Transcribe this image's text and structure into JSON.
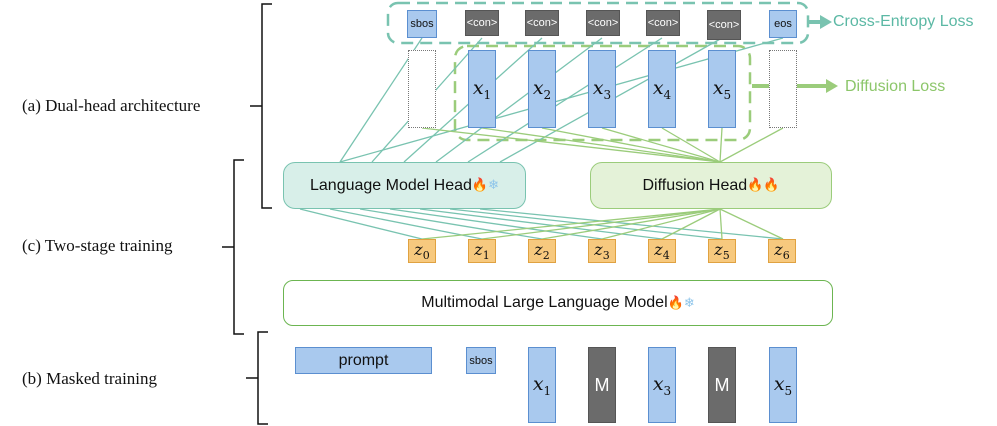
{
  "labels": {
    "dual_head": "(a) Dual-head architecture",
    "two_stage": "(c) Two-stage training",
    "masked": "(b) Masked training"
  },
  "top_tokens": {
    "sbos": "sbos",
    "con": "<con>",
    "eos": "eos"
  },
  "latent_tokens": [
    "x",
    "1",
    "x",
    "2",
    "x",
    "3",
    "x",
    "4",
    "x",
    "5"
  ],
  "losses": {
    "ce": "Cross-Entropy Loss",
    "diffusion": "Diffusion Loss"
  },
  "heads": {
    "lm": "Language Model Head",
    "diffusion": "Diffusion Head",
    "mllm": "Multimodal Large Language Model"
  },
  "z_tokens": {
    "z": "z",
    "subs": [
      "0",
      "1",
      "2",
      "3",
      "4",
      "5",
      "6"
    ]
  },
  "masked_tokens": {
    "prompt": "prompt",
    "sbos": "sbos",
    "mask": "M",
    "x": "x",
    "subs": [
      "1",
      "3",
      "5"
    ]
  },
  "icons": {
    "fire": "🔥",
    "snowflake": "❄"
  },
  "colors": {
    "teal": "#79c3b0",
    "green": "#9bcc7b",
    "blue_token": "#a9c9ee",
    "mask_gray": "#6b6b6b",
    "z_orange": "#f7c97e",
    "ce_text": "#5bb8a4",
    "diff_text": "#8cc66a"
  }
}
